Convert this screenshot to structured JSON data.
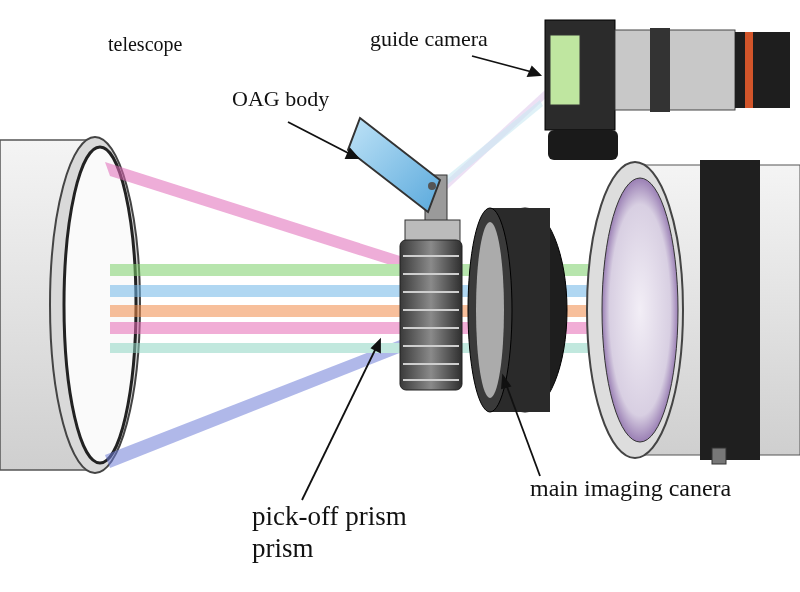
{
  "diagram": {
    "labels": [
      "telescope",
      "guide camera",
      "OAG body",
      "pick-off prism prism",
      "main imaging canera"
    ]
  }
}
